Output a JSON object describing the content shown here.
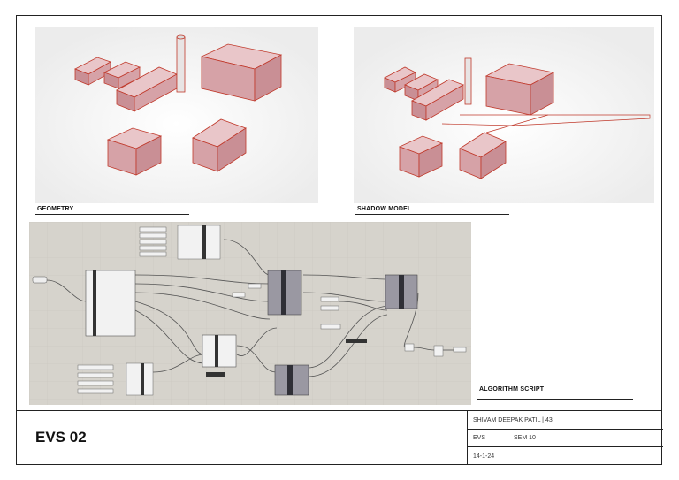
{
  "panels": {
    "geometry_caption": "GEOMETRY",
    "shadow_caption": "SHADOW MODEL",
    "script_caption": "ALGORITHM SCRIPT"
  },
  "title_block": {
    "sheet_title": "EVS 02",
    "author": "SHIVAM DEEPAK PATIL | 43",
    "subject": "EVS",
    "semester": "SEM 10",
    "date": "14-1-24"
  },
  "colors": {
    "box_fill": "#d8a3a8",
    "box_edge": "#c0392b",
    "canvas": "#d6d3cc",
    "node_dark": "#4a4a55"
  }
}
